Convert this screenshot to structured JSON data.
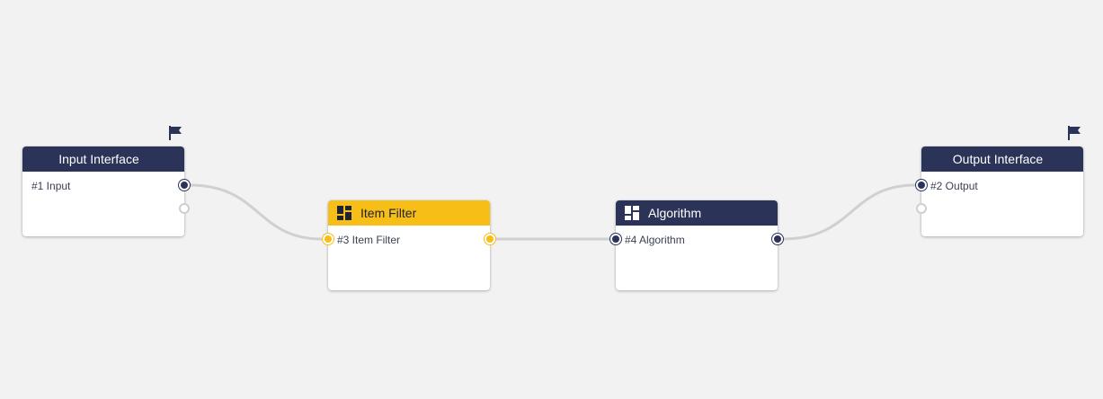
{
  "colors": {
    "background": "#f2f2f2",
    "interface_header": "#2b3458",
    "filter_header": "#f6be16",
    "edge": "#d0d0d0",
    "port_hollow": "#cfcfcf"
  },
  "nodes": {
    "input_interface": {
      "title": "Input Interface",
      "label": "#1 Input",
      "header_icon": "flag-icon"
    },
    "item_filter": {
      "title": "Item Filter",
      "label": "#3 Item Filter",
      "header_icon": "grid-layout-icon"
    },
    "algorithm": {
      "title": "Algorithm",
      "label": "#4 Algorithm",
      "header_icon": "grid-layout-icon"
    },
    "output_interface": {
      "title": "Output Interface",
      "label": "#2 Output",
      "header_icon": "flag-icon"
    }
  }
}
